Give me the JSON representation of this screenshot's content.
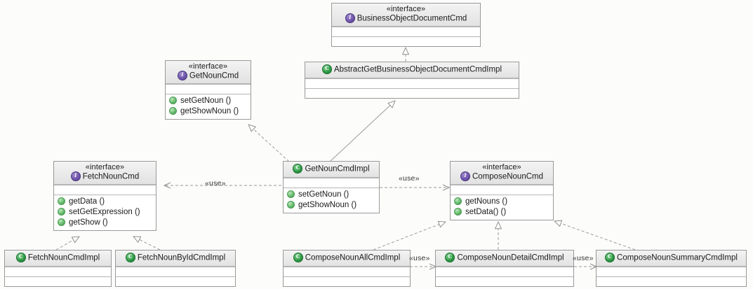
{
  "diagram": {
    "kind": "uml-class-diagram",
    "background": "#fcfdfa",
    "stereotype_interface": "«interface»",
    "use_label": "«use»"
  },
  "classes": [
    {
      "id": "businessobjectdocumentcmd",
      "kind": "interface",
      "stereotype": "«interface»",
      "name": "BusinessObjectDocumentCmd",
      "icon": "interface-icon",
      "members": []
    },
    {
      "id": "abstractgetbusinessobjectdocumentcmdimpl",
      "kind": "class",
      "stereotype": "",
      "name": "AbstractGetBusinessObjectDocumentCmdImpl",
      "icon": "class-icon",
      "members": []
    },
    {
      "id": "getnouncmd",
      "kind": "interface",
      "stereotype": "«interface»",
      "name": "GetNounCmd",
      "icon": "interface-icon",
      "members": [
        "setGetNoun ()",
        "getShowNoun ()"
      ]
    },
    {
      "id": "fetchnouncmd",
      "kind": "interface",
      "stereotype": "«interface»",
      "name": "FetchNounCmd",
      "icon": "interface-icon",
      "members": [
        "getData ()",
        "setGetExpression ()",
        "getShow ()"
      ]
    },
    {
      "id": "getnouncmdimpl",
      "kind": "class",
      "stereotype": "",
      "name": "GetNounCmdImpl",
      "icon": "class-icon",
      "members": [
        "setGetNoun ()",
        "getShowNoun ()"
      ]
    },
    {
      "id": "composenouncmd",
      "kind": "interface",
      "stereotype": "«interface»",
      "name": "ComposeNounCmd",
      "icon": "interface-icon",
      "members": [
        "getNouns ()",
        "setData() ()"
      ]
    },
    {
      "id": "fetchnouncmdimpl",
      "kind": "class",
      "stereotype": "",
      "name": "FetchNounCmdImpl",
      "icon": "class-icon",
      "members": []
    },
    {
      "id": "fetchnounbyidcmdimpl",
      "kind": "class",
      "stereotype": "",
      "name": "FetchNounByIdCmdImpl",
      "icon": "class-icon",
      "members": []
    },
    {
      "id": "composenounallcmdimpl",
      "kind": "class",
      "stereotype": "",
      "name": "ComposeNounAllCmdImpl",
      "icon": "class-icon",
      "members": []
    },
    {
      "id": "composenoundetailcmdimpl",
      "kind": "class",
      "stereotype": "",
      "name": "ComposeNounDetailCmdImpl",
      "icon": "class-icon",
      "members": []
    },
    {
      "id": "composenounsummarycmdimpl",
      "kind": "class",
      "stereotype": "",
      "name": "ComposeNounSummaryCmdImpl",
      "icon": "class-icon",
      "members": []
    }
  ],
  "relationships": [
    {
      "id": "r1",
      "from": "abstractgetbusinessobjectdocumentcmdimpl",
      "to": "businessobjectdocumentcmd",
      "type": "realization",
      "label": ""
    },
    {
      "id": "r2",
      "from": "getnouncmdimpl",
      "to": "abstractgetbusinessobjectdocumentcmdimpl",
      "type": "generalization",
      "label": ""
    },
    {
      "id": "r3",
      "from": "getnouncmdimpl",
      "to": "getnouncmd",
      "type": "realization",
      "label": ""
    },
    {
      "id": "r4",
      "from": "getnouncmdimpl",
      "to": "fetchnouncmd",
      "type": "dependency",
      "label": "«use»"
    },
    {
      "id": "r5",
      "from": "getnouncmdimpl",
      "to": "composenouncmd",
      "type": "dependency",
      "label": "«use»"
    },
    {
      "id": "r6",
      "from": "fetchnouncmdimpl",
      "to": "fetchnouncmd",
      "type": "realization",
      "label": ""
    },
    {
      "id": "r7",
      "from": "fetchnounbyidcmdimpl",
      "to": "fetchnouncmd",
      "type": "realization",
      "label": ""
    },
    {
      "id": "r8",
      "from": "composenounallcmdimpl",
      "to": "composenouncmd",
      "type": "realization",
      "label": ""
    },
    {
      "id": "r9",
      "from": "composenoundetailcmdimpl",
      "to": "composenouncmd",
      "type": "realization",
      "label": ""
    },
    {
      "id": "r10",
      "from": "composenounsummarycmdimpl",
      "to": "composenouncmd",
      "type": "realization",
      "label": ""
    },
    {
      "id": "r11",
      "from": "composenounallcmdimpl",
      "to": "composenoundetailcmdimpl",
      "type": "dependency",
      "label": "«use»"
    },
    {
      "id": "r12",
      "from": "composenoundetailcmdimpl",
      "to": "composenounsummarycmdimpl",
      "type": "dependency",
      "label": "«use»"
    }
  ],
  "edge_labels": {
    "use_getnouncmdimpl_fetchnouncmd": "«use»",
    "use_getnouncmdimpl_composenouncmd": "«use»",
    "use_all_detail": "«use»",
    "use_detail_summary": "«use»"
  }
}
